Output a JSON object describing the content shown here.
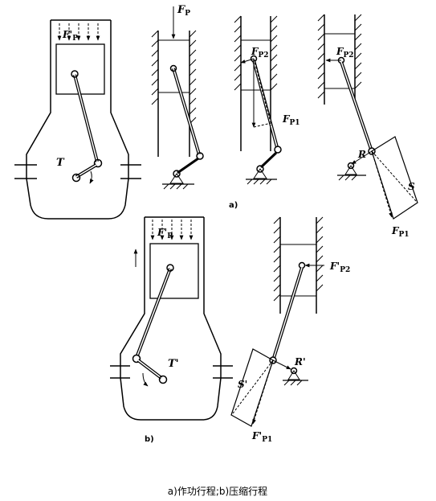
{
  "labels": {
    "a1_force": "F",
    "a1_force_sub": "P",
    "a1_piston_force": "F'",
    "a1_piston_force_sub": "P",
    "a1_torque": "T",
    "a3_force": "F",
    "a3_force_sub": "P2",
    "a3_force2": "F",
    "a3_force2_sub": "P1",
    "a4_force": "F",
    "a4_force_sub": "P2",
    "a4_r": "R",
    "a4_s": "S",
    "a4_force2": "F",
    "a4_force2_sub": "P1",
    "b1_piston_force": "F'",
    "b1_piston_force_sub": "P",
    "b1_torque": "T'",
    "b2_force": "F'",
    "b2_force_sub": "P2",
    "b2_r": "R'",
    "b2_s": "S'",
    "b2_force2": "F'",
    "b2_force2_sub": "P1"
  },
  "part_labels": {
    "a": "a)",
    "b": "b)"
  },
  "caption": "a)作功行程;b)压缩行程"
}
